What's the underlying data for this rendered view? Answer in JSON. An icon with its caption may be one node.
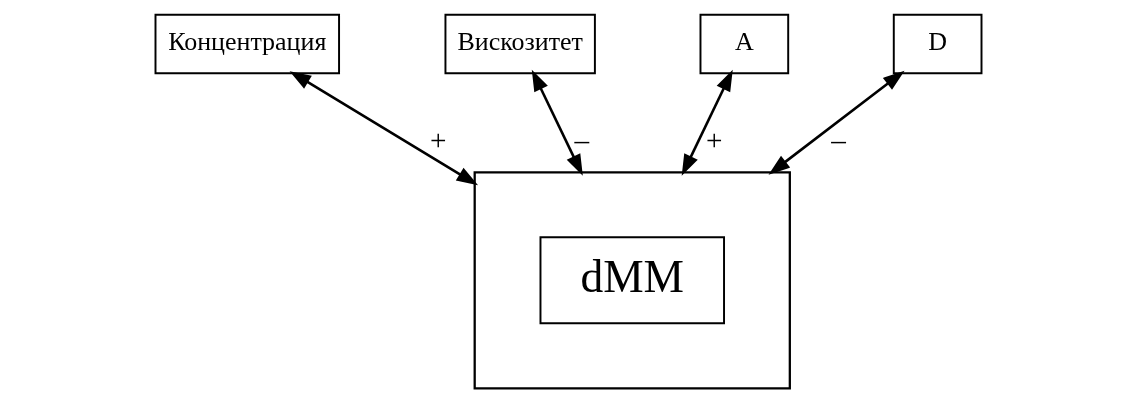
{
  "diagram": {
    "nodes": [
      {
        "text": [
          "Концентрация"
        ]
      },
      {
        "text": [
          "Вискозитет"
        ]
      },
      {
        "text": [
          "A"
        ]
      },
      {
        "text": [
          "D"
        ]
      },
      {
        "text": [],
        "shape": "box"
      },
      {
        "text": [
          "dMM"
        ],
        "in": 4
      }
    ],
    "edges": [
      {
        "from": 0,
        "to": 4,
        "arrow": "both",
        "label": "+"
      },
      {
        "from": 1,
        "to": 4,
        "arrow": "both",
        "label": "–"
      },
      {
        "from": 2,
        "to": 4,
        "arrow": "both",
        "label": "+"
      },
      {
        "from": 3,
        "to": 4,
        "arrow": "both",
        "label": "–"
      }
    ]
  }
}
